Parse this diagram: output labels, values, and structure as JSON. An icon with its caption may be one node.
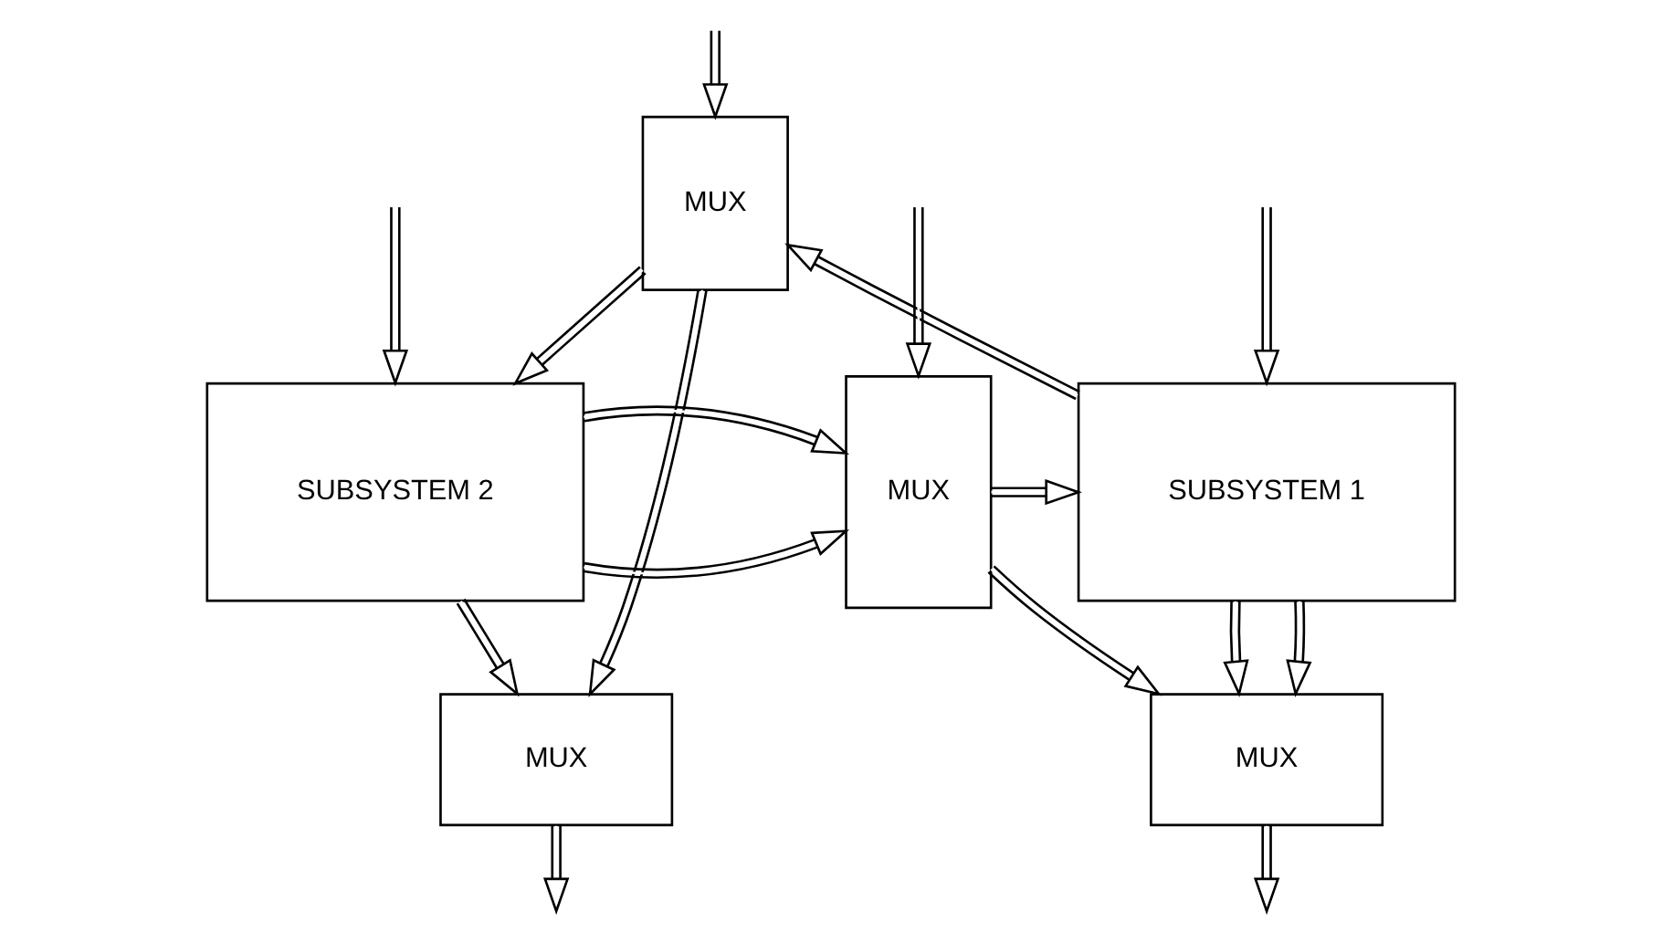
{
  "diagram": {
    "nodes": [
      {
        "text": [
          "MUX"
        ]
      },
      {
        "text": [
          "SUBSYSTEM 1"
        ]
      },
      {
        "text": [
          "MUX"
        ]
      },
      {
        "text": [
          "SUBSYSTEM 2"
        ]
      },
      {
        "text": [
          "MUX"
        ]
      },
      {
        "text": [
          "MUX"
        ]
      }
    ],
    "edges": [
      {
        "from": null,
        "to": 0,
        "arrow": "to"
      },
      {
        "from": null,
        "to": 1,
        "arrow": "to"
      },
      {
        "from": 1,
        "to": 0,
        "arrow": "to"
      },
      {
        "from": 0,
        "to": 3,
        "arrow": "to"
      },
      {
        "from": 0,
        "to": 5,
        "arrow": "to"
      },
      {
        "from": null,
        "to": 3,
        "arrow": "to"
      },
      {
        "from": null,
        "to": 2,
        "arrow": "to"
      },
      {
        "from": 3,
        "to": 2,
        "arrow": "to"
      },
      {
        "from": 3,
        "to": 2,
        "arrow": "to"
      },
      {
        "from": 2,
        "to": 1,
        "arrow": "to"
      },
      {
        "from": 2,
        "to": 4,
        "arrow": "to"
      },
      {
        "from": 1,
        "to": 4,
        "arrow": "to"
      },
      {
        "from": 1,
        "to": 4,
        "arrow": "to"
      },
      {
        "from": 3,
        "to": 5,
        "arrow": "to"
      },
      {
        "from": 4,
        "to": null,
        "arrow": "to"
      },
      {
        "from": 5,
        "to": null,
        "arrow": "to"
      }
    ]
  }
}
